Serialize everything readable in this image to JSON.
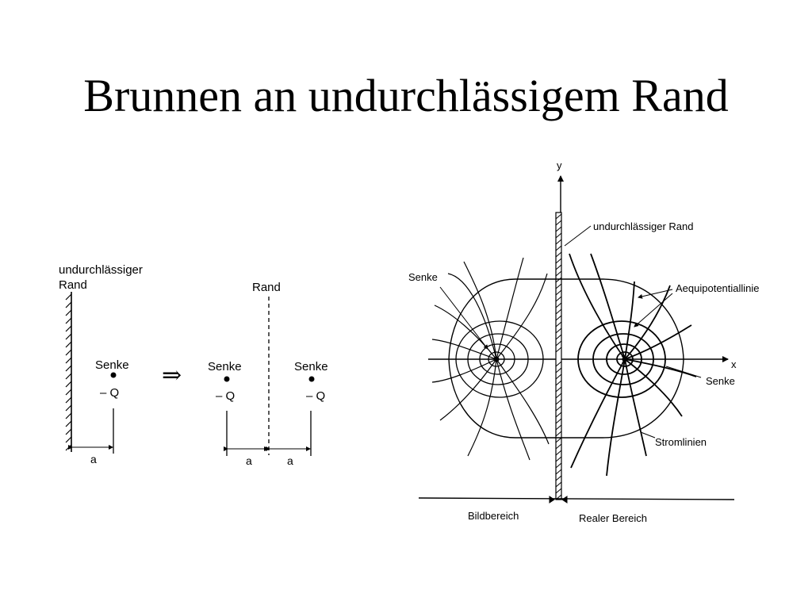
{
  "title": "Brunnen an undurchlässigem Rand",
  "left_figure": {
    "wall_label_line1": "undurchlässiger",
    "wall_label_line2": "Rand",
    "sink_label": "Senke",
    "charge_label": "– Q",
    "distance_label": "a",
    "implies_symbol": "⇒"
  },
  "middle_figure": {
    "boundary_label": "Rand",
    "sink_left_label": "Senke",
    "sink_left_charge": "– Q",
    "sink_right_label": "Senke",
    "sink_right_charge": "– Q",
    "distance_left": "a",
    "distance_right": "a"
  },
  "right_figure": {
    "y_axis_label": "y",
    "x_axis_label": "x",
    "wall_label": "undurchlässiger Rand",
    "sink_left_label": "Senke",
    "sink_right_label": "Senke",
    "equipotential_label": "Aequipotentiallinie",
    "streamline_label": "Stromlinien",
    "image_region_label": "Bildbereich",
    "real_region_label": "Realer Bereich"
  }
}
